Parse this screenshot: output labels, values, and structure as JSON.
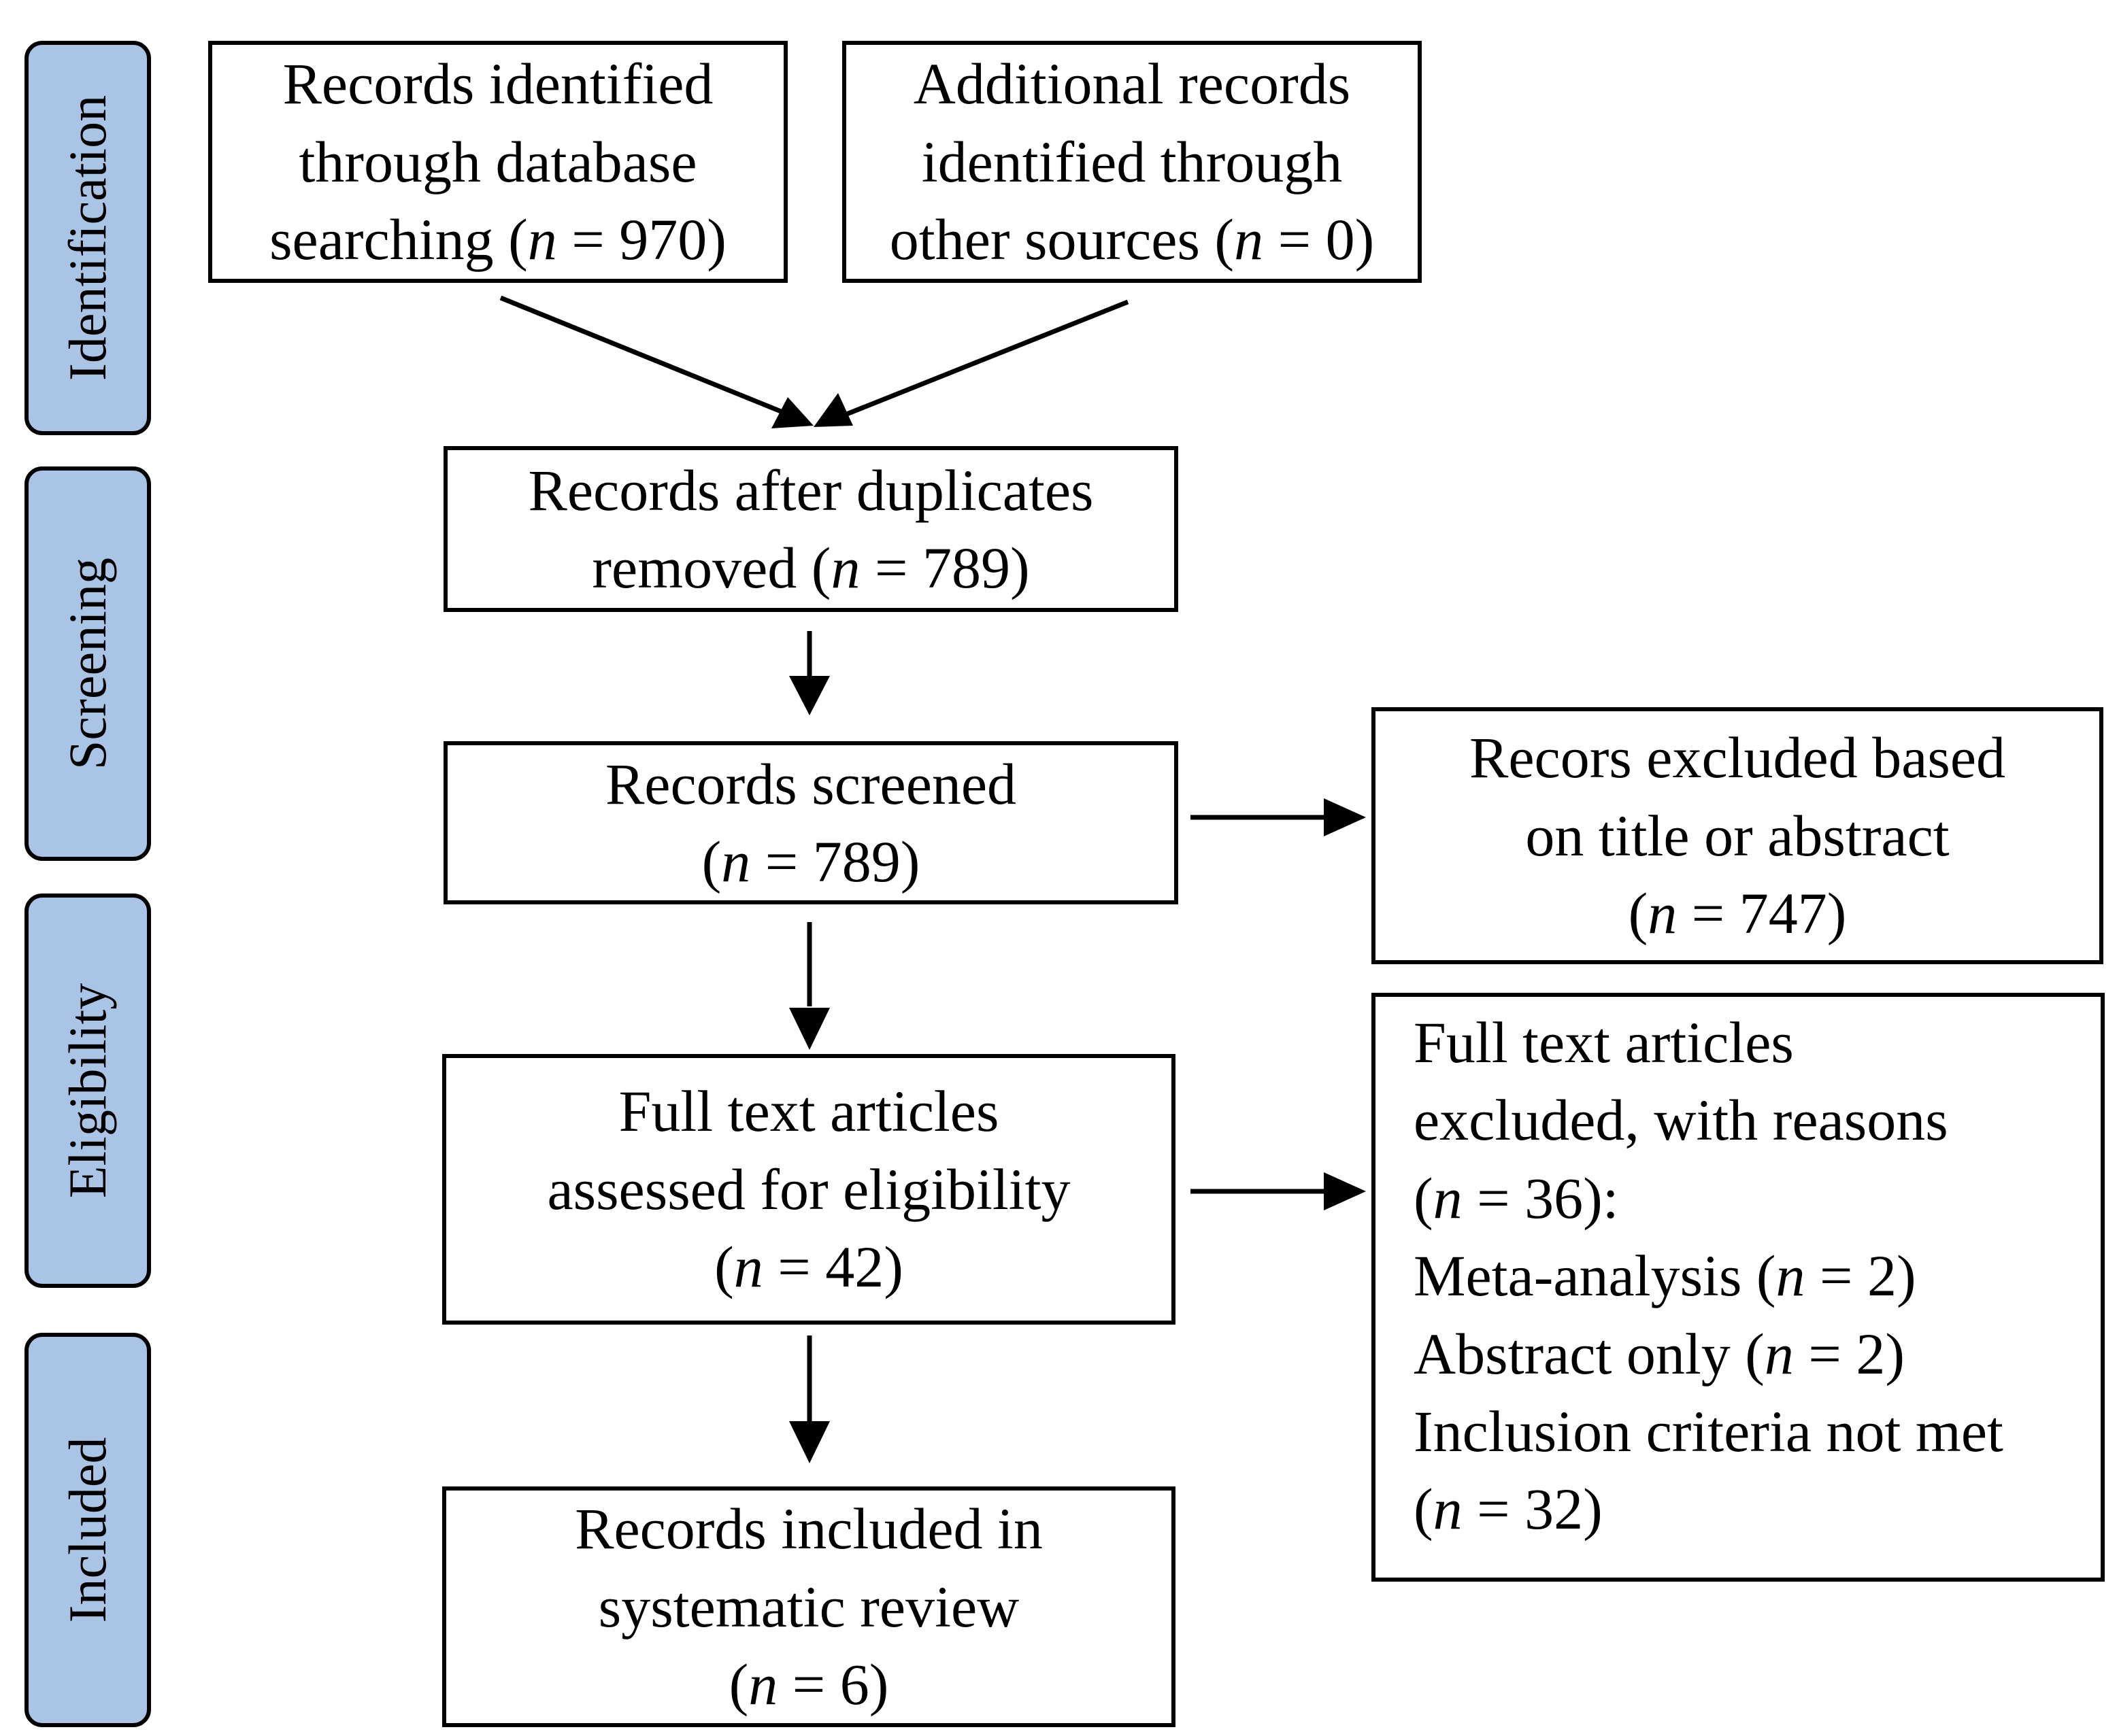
{
  "phases": {
    "identification": "Identification",
    "screening": "Screening",
    "eligibility": "Eligibility",
    "included": "Included"
  },
  "boxes": {
    "database": {
      "lines": [
        "Records identified",
        "through database",
        "searching ("
      ],
      "n_var": "n",
      "n_rest": " = 970)"
    },
    "other_sources": {
      "lines": [
        "Additional records",
        "identified through",
        "other sources ("
      ],
      "n_var": "n",
      "n_rest": " = 0)"
    },
    "after_duplicates": {
      "line1": "Records after duplicates",
      "line2_pre": "removed (",
      "n_var": "n",
      "n_rest": " = 789)"
    },
    "screened": {
      "line1": "Records screened",
      "line2_pre": "(",
      "n_var": "n",
      "n_rest": " = 789)"
    },
    "excluded_title": {
      "line1": "Recors excluded based",
      "line2": "on title or abstract",
      "line3_pre": "(",
      "n_var": "n",
      "n_rest": " = 747)"
    },
    "full_text": {
      "line1": "Full text articles",
      "line2": "assessed for eligibility",
      "line3_pre": "(",
      "n_var": "n",
      "n_rest": " = 42)"
    },
    "excluded_full": {
      "line1": "Full text articles",
      "line2": "excluded, with reasons",
      "line3_pre": "(",
      "line3_var": "n",
      "line3_rest": " = 36):",
      "reason1_pre": "Meta-analysis (",
      "reason1_var": "n",
      "reason1_rest": " = 2)",
      "reason2_pre": "Abstract only (",
      "reason2_var": "n",
      "reason2_rest": " = 2)",
      "reason3": "Inclusion criteria not met",
      "reason3_n_pre": "(",
      "reason3_n_var": "n",
      "reason3_n_rest": " = 32)"
    },
    "included": {
      "line1": "Records included in",
      "line2": "systematic review",
      "line3_pre": "(",
      "n_var": "n",
      "n_rest": " = 6)"
    }
  }
}
